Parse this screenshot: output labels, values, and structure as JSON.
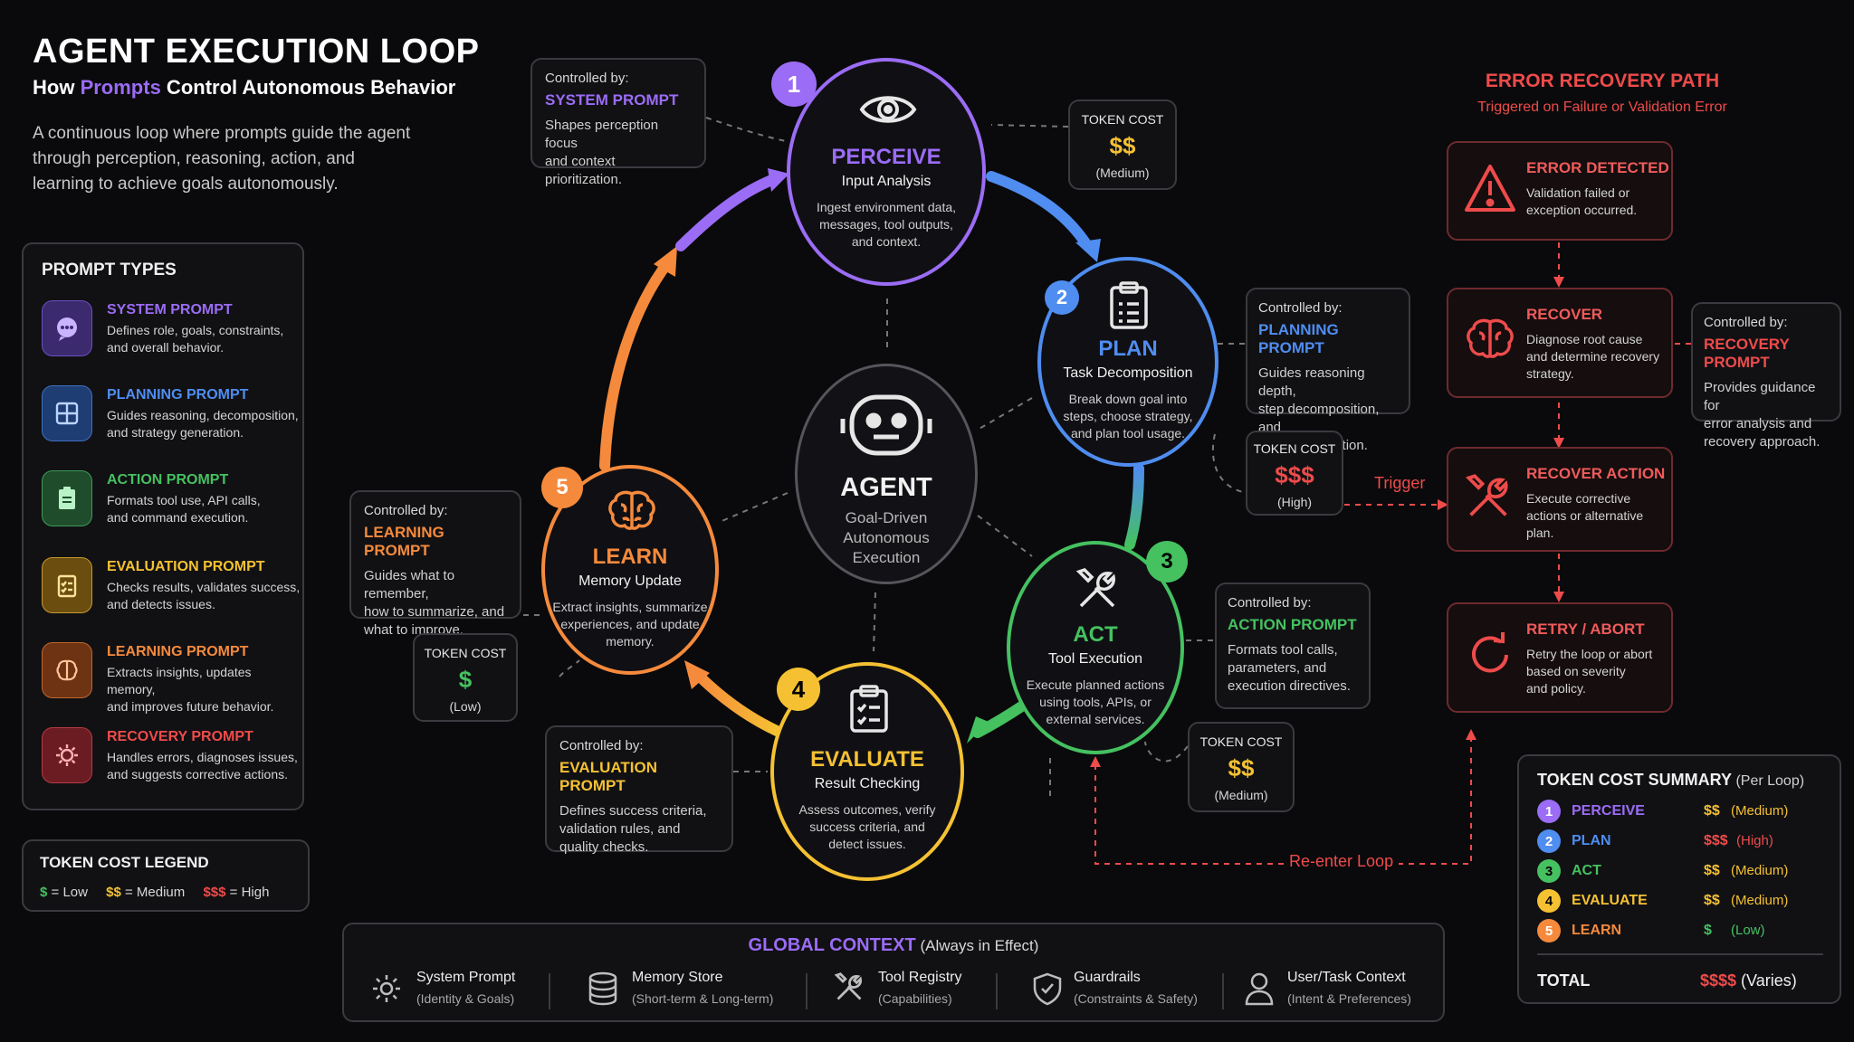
{
  "header": {
    "title": "AGENT EXECUTION LOOP",
    "subtitle_pre": "How ",
    "subtitle_em": "Prompts",
    "subtitle_post": " Control Autonomous Behavior",
    "description_lines": [
      "A continuous loop where prompts guide the agent",
      "through perception, reasoning, action, and",
      "learning to achieve goals autonomously."
    ]
  },
  "prompt_types": {
    "title": "PROMPT TYPES",
    "items": [
      {
        "name": "SYSTEM PROMPT",
        "desc1": "Defines role, goals, constraints,",
        "desc2": "and overall behavior.",
        "color": "#9b6cf5"
      },
      {
        "name": "PLANNING PROMPT",
        "desc1": "Guides reasoning, decomposition,",
        "desc2": "and strategy generation.",
        "color": "#4f8df0"
      },
      {
        "name": "ACTION PROMPT",
        "desc1": "Formats tool use, API calls,",
        "desc2": "and command execution.",
        "color": "#45c160"
      },
      {
        "name": "EVALUATION PROMPT",
        "desc1": "Checks results, validates success,",
        "desc2": "and detects issues.",
        "color": "#f5c133"
      },
      {
        "name": "LEARNING PROMPT",
        "desc1": "Extracts insights, updates memory,",
        "desc2": "and improves future behavior.",
        "color": "#f58a3c"
      },
      {
        "name": "RECOVERY PROMPT",
        "desc1": "Handles errors, diagnoses issues,",
        "desc2": "and suggests corrective actions.",
        "color": "#ee4b4b"
      }
    ]
  },
  "legend": {
    "title": "TOKEN COST LEGEND",
    "low_sym": "$",
    "low_text": " = Low",
    "med_sym": "$$",
    "med_text": " = Medium",
    "high_sym": "$$$",
    "high_text": " = High"
  },
  "stages": [
    {
      "num": "1",
      "name": "PERCEIVE",
      "sub": "Input Analysis",
      "d1": "Ingest environment data,",
      "d2": "messages, tool outputs,",
      "d3": "and context.",
      "color": "#9b6cf5"
    },
    {
      "num": "2",
      "name": "PLAN",
      "sub": "Task Decomposition",
      "d1": "Break down goal into",
      "d2": "steps, choose strategy,",
      "d3": "and plan tool usage.",
      "color": "#4f8df0"
    },
    {
      "num": "3",
      "name": "ACT",
      "sub": "Tool Execution",
      "d1": "Execute planned actions",
      "d2": "using tools, APIs, or",
      "d3": "external services.",
      "color": "#45c160"
    },
    {
      "num": "4",
      "name": "EVALUATE",
      "sub": "Result Checking",
      "d1": "Assess outcomes, verify",
      "d2": "success criteria, and",
      "d3": "detect issues.",
      "color": "#f5c133"
    },
    {
      "num": "5",
      "name": "LEARN",
      "sub": "Memory Update",
      "d1": "Extract insights, summarize",
      "d2": "experiences, and update",
      "d3": "memory.",
      "color": "#f58a3c"
    }
  ],
  "agent": {
    "title": "AGENT",
    "l1": "Goal-Driven",
    "l2": "Autonomous",
    "l3": "Execution"
  },
  "controls": [
    {
      "label": "Controlled by:",
      "name": "SYSTEM PROMPT",
      "d1": "Shapes perception focus",
      "d2": "and context prioritization.",
      "d3": ""
    },
    {
      "label": "Controlled by:",
      "name": "PLANNING PROMPT",
      "d1": "Guides reasoning depth,",
      "d2": "step decomposition, and",
      "d3": "strategy selection."
    },
    {
      "label": "Controlled by:",
      "name": "ACTION PROMPT",
      "d1": "Formats tool calls,",
      "d2": "parameters, and",
      "d3": "execution directives."
    },
    {
      "label": "Controlled by:",
      "name": "EVALUATION PROMPT",
      "d1": "Defines success criteria,",
      "d2": "validation rules, and",
      "d3": "quality checks."
    },
    {
      "label": "Controlled by:",
      "name": "LEARNING PROMPT",
      "d1": "Guides what to remember,",
      "d2": "how to summarize, and",
      "d3": "what to improve."
    }
  ],
  "token_costs": [
    {
      "label": "TOKEN COST",
      "value": "$$",
      "level": "(Medium)",
      "color": "#f5c133"
    },
    {
      "label": "TOKEN COST",
      "value": "$$$",
      "level": "(High)",
      "color": "#ee4b4b"
    },
    {
      "label": "TOKEN COST",
      "value": "$$",
      "level": "(Medium)",
      "color": "#f5c133"
    },
    {
      "label": "TOKEN COST",
      "value": "$",
      "level": "(Low)",
      "color": "#45c160"
    }
  ],
  "error_path": {
    "title": "ERROR RECOVERY PATH",
    "subtitle": "Triggered on Failure or Validation Error",
    "steps": [
      {
        "title": "ERROR DETECTED",
        "d1": "Validation failed or",
        "d2": "exception occurred.",
        "d3": ""
      },
      {
        "title": "RECOVER",
        "d1": "Diagnose root cause",
        "d2": "and determine recovery",
        "d3": "strategy."
      },
      {
        "title": "RECOVER ACTION",
        "d1": "Execute corrective",
        "d2": "actions or alternative",
        "d3": "plan."
      },
      {
        "title": "RETRY / ABORT",
        "d1": "Retry the loop or abort",
        "d2": "based on severity",
        "d3": "and policy."
      }
    ],
    "control": {
      "label": "Controlled by:",
      "name": "RECOVERY PROMPT",
      "d1": "Provides guidance for",
      "d2": "error analysis and",
      "d3": "recovery approach."
    },
    "trigger": "Trigger",
    "reenter": "Re-enter Loop"
  },
  "global_context": {
    "title": "GLOBAL CONTEXT",
    "title_sub": " (Always in Effect)",
    "items": [
      {
        "name": "System Prompt",
        "sub": "(Identity & Goals)"
      },
      {
        "name": "Memory Store",
        "sub": "(Short-term & Long-term)"
      },
      {
        "name": "Tool Registry",
        "sub": "(Capabilities)"
      },
      {
        "name": "Guardrails",
        "sub": "(Constraints & Safety)"
      },
      {
        "name": "User/Task Context",
        "sub": "(Intent & Preferences)"
      }
    ]
  },
  "summary": {
    "title": "TOKEN COST SUMMARY",
    "title_sub": " (Per Loop)",
    "rows": [
      {
        "num": "1",
        "name": "PERCEIVE",
        "cost": "$$",
        "level": "(Medium)",
        "color": "#9b6cf5",
        "cost_color": "#f5c133"
      },
      {
        "num": "2",
        "name": "PLAN",
        "cost": "$$$",
        "level": "(High)",
        "color": "#4f8df0",
        "cost_color": "#ee4b4b"
      },
      {
        "num": "3",
        "name": "ACT",
        "cost": "$$",
        "level": "(Medium)",
        "color": "#45c160",
        "cost_color": "#f5c133"
      },
      {
        "num": "4",
        "name": "EVALUATE",
        "cost": "$$",
        "level": "(Medium)",
        "color": "#f5c133",
        "cost_color": "#f5c133"
      },
      {
        "num": "5",
        "name": "LEARN",
        "cost": "$",
        "level": "(Low)",
        "color": "#f58a3c",
        "cost_color": "#45c160"
      }
    ],
    "total_label": "TOTAL",
    "total_value": "$$$$",
    "total_note": " (Varies)"
  }
}
